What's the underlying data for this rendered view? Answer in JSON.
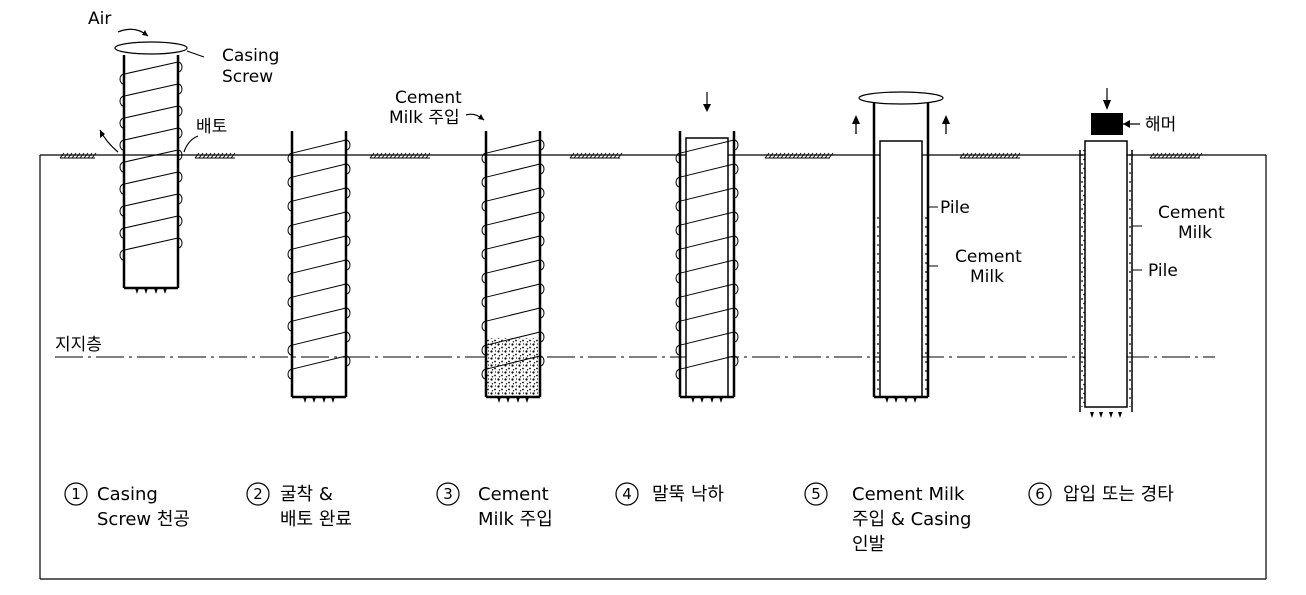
{
  "labels": {
    "air": "Air",
    "casing": "Casing",
    "screw": "Screw",
    "spoil": "배토",
    "cement_milk_injection_1": "Cement",
    "cement_milk_injection_2": "Milk 주입",
    "bearing_layer": "지지층",
    "pile_5": "Pile",
    "cement_5a": "Cement",
    "milk_5": "Milk",
    "hammer": "해머",
    "cement_6": "Cement",
    "milk_6": "Milk",
    "pile_6": "Pile"
  },
  "steps": [
    {
      "num": "1",
      "line1": "Casing",
      "line2": "Screw 천공",
      "line3": ""
    },
    {
      "num": "2",
      "line1": "굴착 &",
      "line2": "배토 완료",
      "line3": ""
    },
    {
      "num": "3",
      "line1": "Cement",
      "line2": "Milk 주입",
      "line3": ""
    },
    {
      "num": "4",
      "line1": "말뚝 낙하",
      "line2": "",
      "line3": ""
    },
    {
      "num": "5",
      "line1": "Cement Milk",
      "line2": "주입 & Casing",
      "line3": "인발"
    },
    {
      "num": "6",
      "line1": "압입 또는 경타",
      "line2": "",
      "line3": ""
    }
  ],
  "colors": {
    "line": "#000000",
    "background": "#ffffff",
    "fill": "#000000"
  }
}
